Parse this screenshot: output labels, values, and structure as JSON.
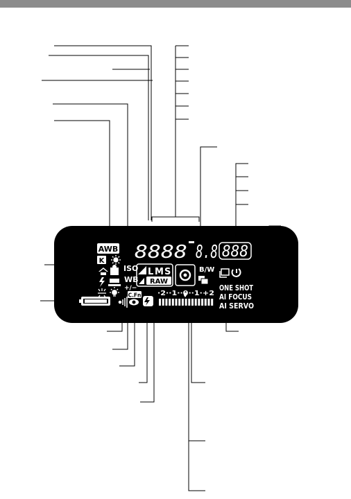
{
  "header": {
    "color": "#8c8c8c"
  },
  "lcd": {
    "panel_color": "#000000",
    "indicator_color": "#ffffff",
    "awb": "AWB",
    "kelvin": "K",
    "iso": "ISO",
    "wb": "WB",
    "wb_plus_minus": "+/−",
    "shutter_digits": "8888",
    "aperture_digits": "8.8",
    "counter_digits": "888",
    "size_l": "L",
    "size_m": "M",
    "size_s": "S",
    "raw": "RAW",
    "bw": "B/W",
    "cfn": "C.Fn",
    "af_one_shot": "ONE SHOT",
    "af_ai_focus": "AI FOCUS",
    "af_ai_servo": "AI SERVO",
    "exposure_scale": "·2··1··0··1·+2"
  }
}
